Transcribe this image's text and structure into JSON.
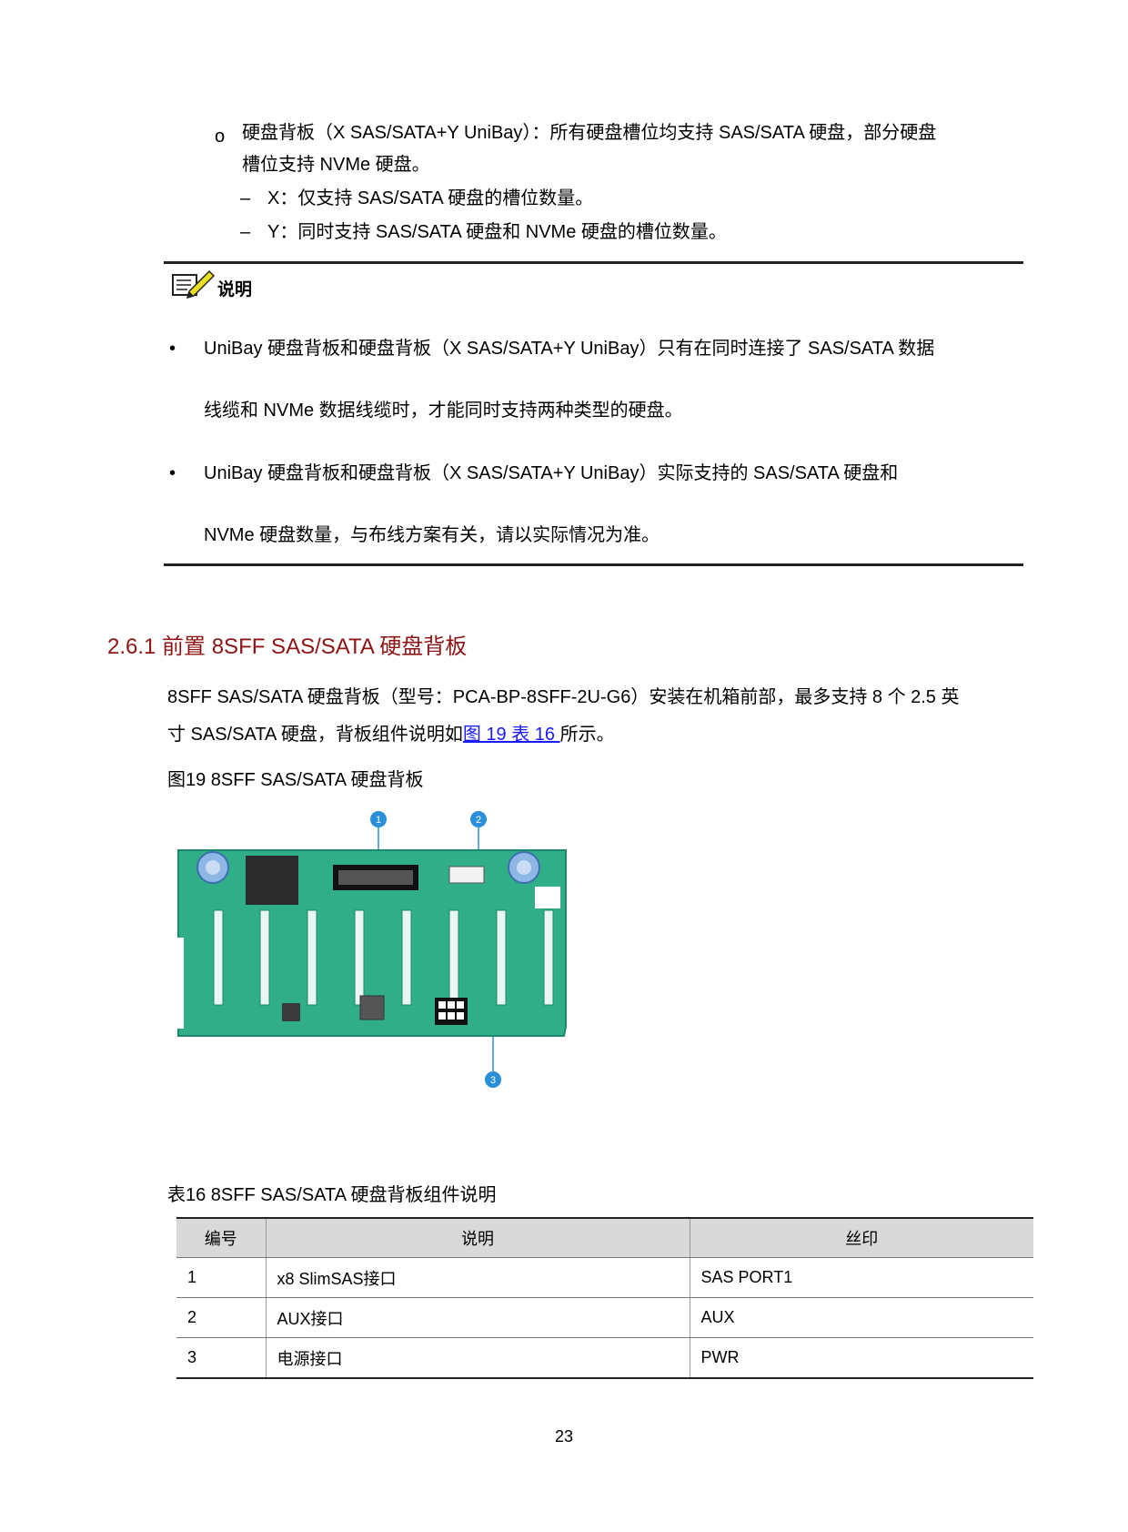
{
  "intro": {
    "bullet_glyph": "o",
    "line1": "硬盘背板（X SAS/SATA+Y UniBay）：所有硬盘槽位均支持 SAS/SATA 硬盘，部分硬盘",
    "line2": "槽位支持 NVMe 硬盘。",
    "dash_glyph": "–",
    "dash1": "X：仅支持 SAS/SATA 硬盘的槽位数量。",
    "dash2": "Y：同时支持 SAS/SATA 硬盘和 NVMe 硬盘的槽位数量。"
  },
  "note": {
    "icon": "note-pencil-icon",
    "heading": "说明",
    "bullet_glyph": "•",
    "item1_line1": "UniBay 硬盘背板和硬盘背板（X SAS/SATA+Y UniBay）只有在同时连接了 SAS/SATA 数据",
    "item1_line2": "线缆和 NVMe 数据线缆时，才能同时支持两种类型的硬盘。",
    "item2_line1": "UniBay 硬盘背板和硬盘背板（X SAS/SATA+Y UniBay）实际支持的 SAS/SATA 硬盘和",
    "item2_line2": "NVMe 硬盘数量，与布线方案有关，请以实际情况为准。"
  },
  "section": {
    "title": "2.6.1  前置 8SFF SAS/SATA 硬盘背板",
    "para_line1": "8SFF SAS/SATA 硬盘背板（型号：PCA-BP-8SFF-2U-G6）安装在机箱前部，最多支持 8 个 2.5 英",
    "para_line2_pre": "寸 SAS/SATA 硬盘，背板组件说明如",
    "para_link": "图 19 表 16 ",
    "para_line2_post": "所示。",
    "figure_caption": "图19 8SFF SAS/SATA 硬盘背板",
    "callouts": [
      "1",
      "2",
      "3"
    ],
    "table_caption": "表16 8SFF SAS/SATA 硬盘背板组件说明"
  },
  "table": {
    "headers": [
      "编号",
      "说明",
      "丝印"
    ],
    "rows": [
      [
        "1",
        "x8 SlimSAS接口",
        "SAS PORT1"
      ],
      [
        "2",
        "AUX接口",
        "AUX"
      ],
      [
        "3",
        "电源接口",
        "PWR"
      ]
    ]
  },
  "page_number": "23",
  "colors": {
    "section_title": "#8c1414",
    "link": "#1a1aff",
    "pcb": "#2fae88",
    "callout": "#2a8fd9"
  }
}
